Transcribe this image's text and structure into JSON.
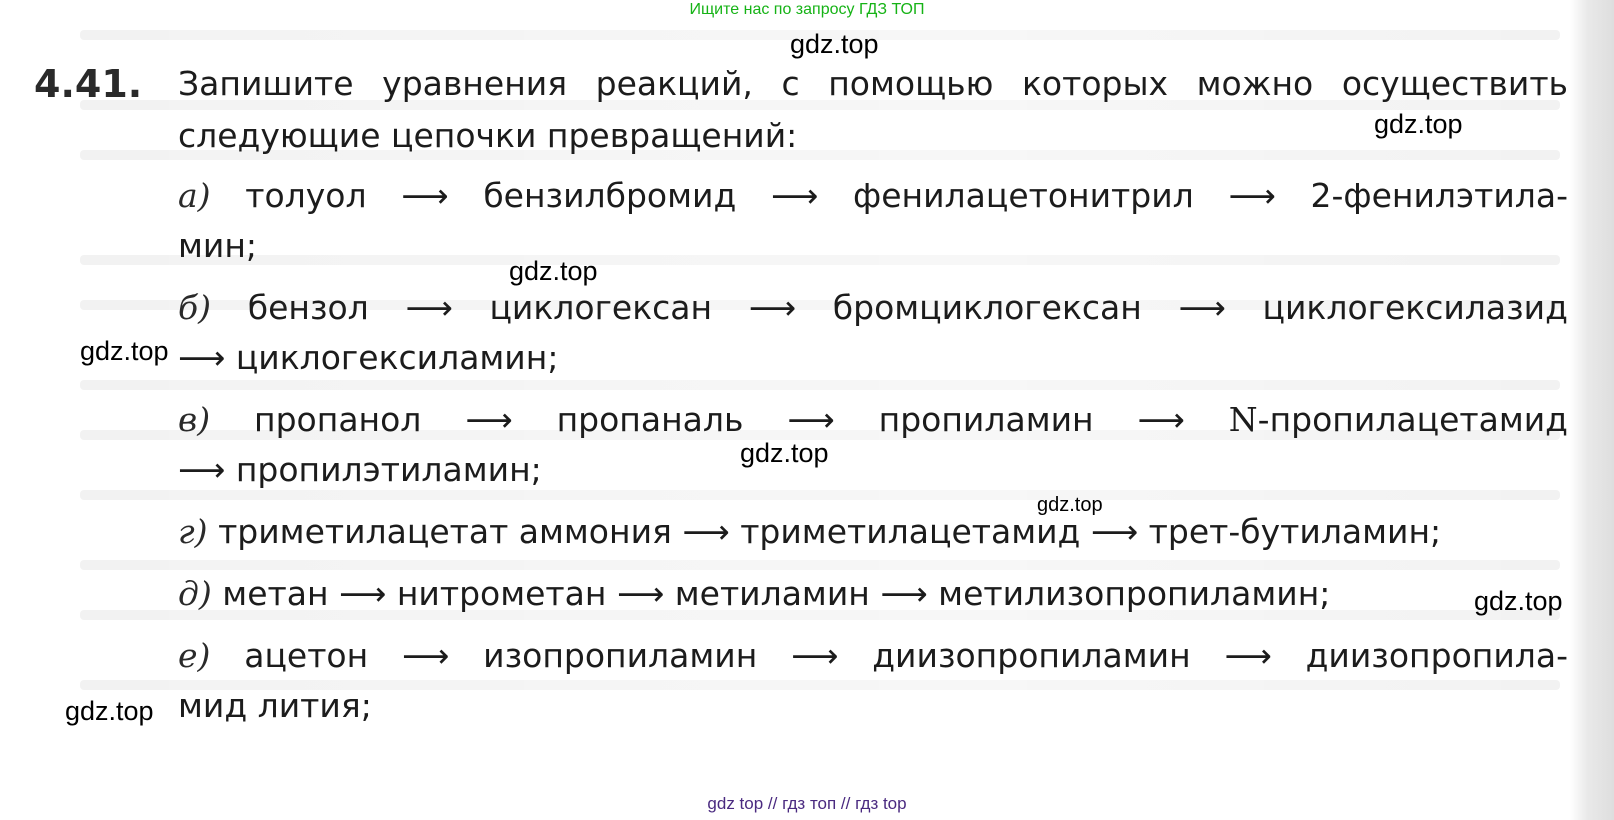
{
  "banner_top": "Ищите нас по запросу ГДЗ ТОП",
  "watermark": "gdz.top",
  "banner_bottom": "gdz top  //  гдз топ  //  гдз top",
  "problem": {
    "number": "4.41.",
    "intro_line1": "Запишите уравнения реакций, с помощью которых можно осуществить",
    "intro_line2": "следующие цепочки превращений:",
    "arrow": "⟶",
    "chains": [
      {
        "letter": "а)",
        "steps": [
          "толуол",
          "бензилбромид",
          "фенилацетонитрил",
          "2-фенилэтила-"
        ],
        "cont": "мин;"
      },
      {
        "letter": "б)",
        "steps": [
          "бензол",
          "циклогексан",
          "бромциклогексан",
          "циклогексилазид"
        ],
        "cont": "циклогексиламин;"
      },
      {
        "letter": "в)",
        "steps": [
          "пропанол",
          "пропаналь",
          "пропиламин",
          "-пропилацетамид"
        ],
        "n_prefix": "N",
        "cont": "пропилэтиламин;"
      },
      {
        "letter": "г)",
        "steps": [
          "триметилацетат аммония",
          "триметилацетамид",
          "трет-бутиламин;"
        ]
      },
      {
        "letter": "д)",
        "steps": [
          "метан",
          "нитрометан",
          "метиламин",
          "метилизопропиламин;"
        ]
      },
      {
        "letter": "е)",
        "steps": [
          "ацетон",
          "изопропиламин",
          "диизопропиламин",
          "диизопропила-"
        ],
        "cont": "мид лития;"
      }
    ]
  }
}
